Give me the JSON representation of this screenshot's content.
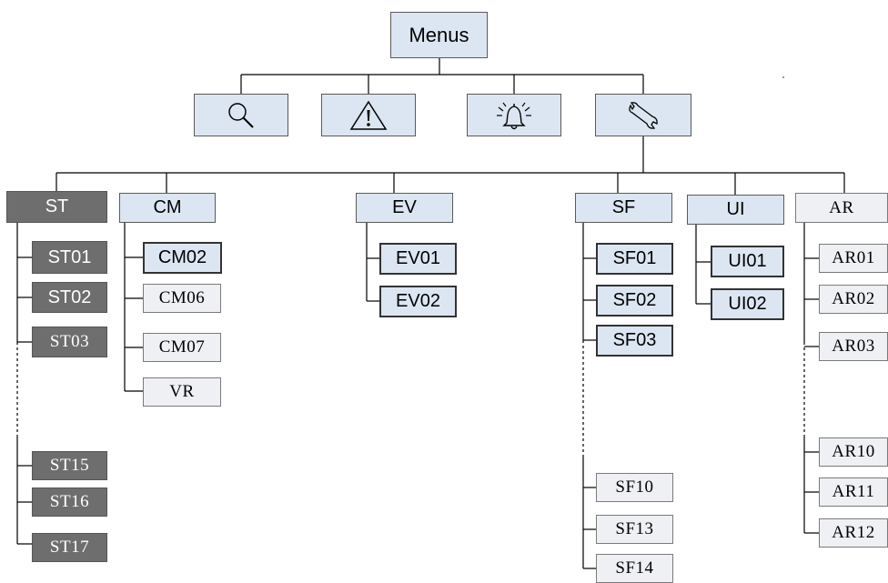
{
  "root": {
    "label": "Menus"
  },
  "icons": [
    {
      "name": "search-icon"
    },
    {
      "name": "warning-icon"
    },
    {
      "name": "alarm-bell-icon"
    },
    {
      "name": "settings-wrench-icon"
    }
  ],
  "categories": {
    "st": {
      "label": "ST",
      "items": [
        "ST01",
        "ST02",
        "ST03",
        "ST15",
        "ST16",
        "ST17"
      ]
    },
    "cm": {
      "label": "CM",
      "items": [
        "CM02",
        "CM06",
        "CM07",
        "VR"
      ]
    },
    "ev": {
      "label": "EV",
      "items": [
        "EV01",
        "EV02"
      ]
    },
    "sf": {
      "label": "SF",
      "items": [
        "SF01",
        "SF02",
        "SF03",
        "SF10",
        "SF13",
        "SF14"
      ]
    },
    "ui": {
      "label": "UI",
      "items": [
        "UI01",
        "UI02"
      ]
    },
    "ar": {
      "label": "AR",
      "items": [
        "AR01",
        "AR02",
        "AR03",
        "AR10",
        "AR11",
        "AR12"
      ]
    }
  },
  "colors": {
    "light_blue": "#dce6f2",
    "pale_gray": "#eef0f3",
    "dark_gray": "#6e6e6e",
    "line": "#000000"
  }
}
